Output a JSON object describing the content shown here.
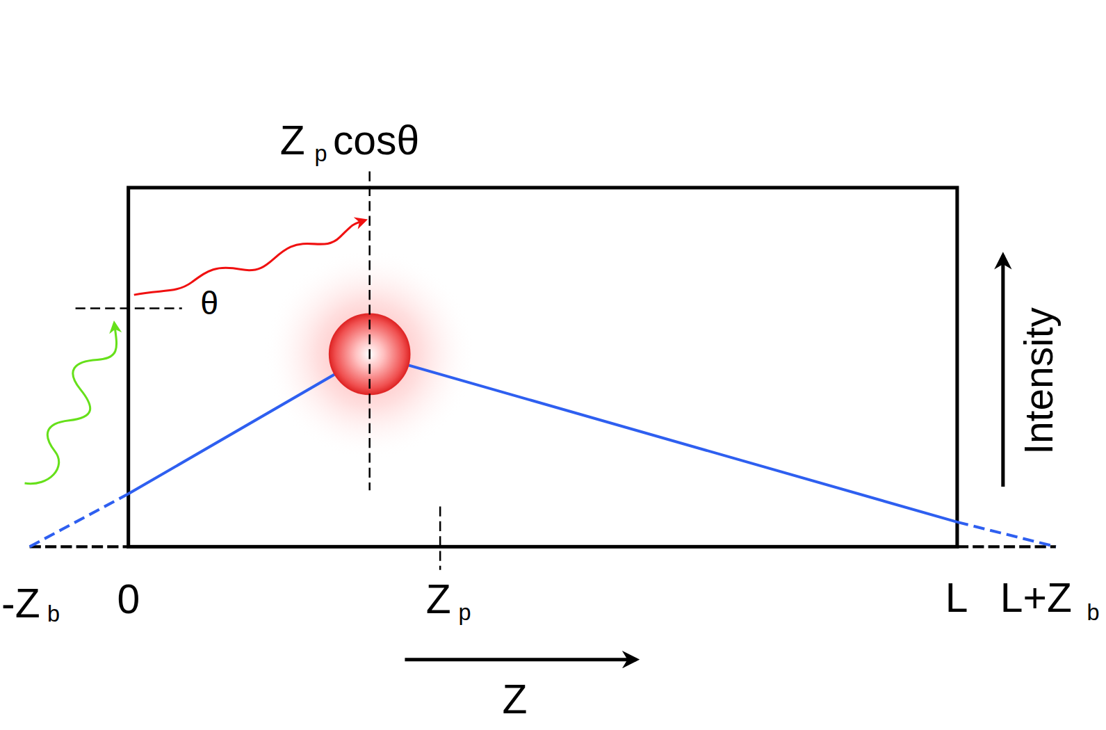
{
  "diagram": {
    "labels": [
      "Z",
      "p",
      "cosθ",
      "θ",
      "-Z",
      "b",
      "0",
      "Z",
      "p",
      "L",
      "L+Z",
      "b",
      "Intensity",
      "Z"
    ]
  }
}
